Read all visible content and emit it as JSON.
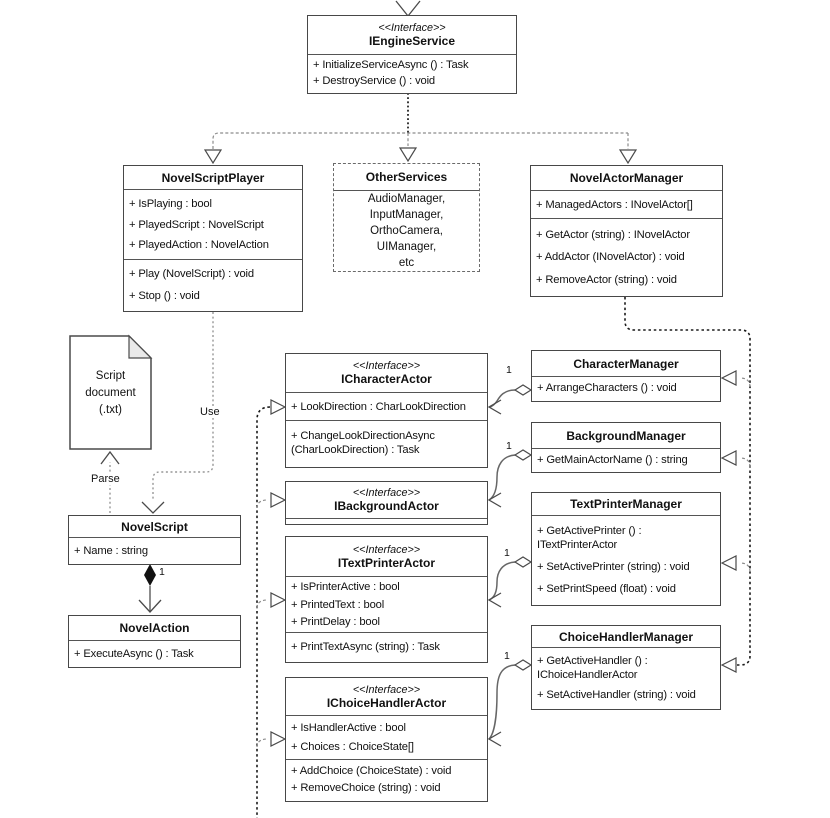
{
  "classes": {
    "engine_service": {
      "stereotype": "<<Interface>>",
      "name": "IEngineService",
      "methods": [
        "+ InitializeServiceAsync () : Task",
        "+ DestroyService () : void"
      ]
    },
    "novel_script_player": {
      "name": "NovelScriptPlayer",
      "attributes": [
        "+ IsPlaying : bool",
        "+ PlayedScript : NovelScript",
        "+ PlayedAction : NovelAction"
      ],
      "methods": [
        "+ Play (NovelScript) : void",
        "+ Stop () : void"
      ]
    },
    "other_services": {
      "name": "OtherServices",
      "note_lines": [
        "AudioManager,",
        "InputManager,",
        "OrthoCamera,  UIManager,",
        "etc"
      ]
    },
    "novel_actor_manager": {
      "name": "NovelActorManager",
      "attributes": [
        "+ ManagedActors : INovelActor[]"
      ],
      "methods": [
        "+ GetActor (string) : INovelActor",
        "+ AddActor (INovelActor) : void",
        "+ RemoveActor (string) : void"
      ]
    },
    "script_document": {
      "lines": [
        "Script",
        "document",
        "(.txt)"
      ]
    },
    "i_character_actor": {
      "stereotype": "<<Interface>>",
      "name": "ICharacterActor",
      "attributes": [
        "+ LookDirection : CharLookDirection"
      ],
      "methods": [
        "+ ChangeLookDirectionAsync (CharLookDirection) : Task"
      ]
    },
    "character_manager": {
      "name": "CharacterManager",
      "methods": [
        "+ ArrangeCharacters () : void"
      ]
    },
    "background_manager": {
      "name": "BackgroundManager",
      "methods": [
        "+ GetMainActorName () : string"
      ]
    },
    "i_background_actor": {
      "stereotype": "<<Interface>>",
      "name": "IBackgroundActor"
    },
    "i_text_printer_actor": {
      "stereotype": "<<Interface>>",
      "name": "ITextPrinterActor",
      "attributes": [
        "+ IsPrinterActive : bool",
        "+ PrintedText : bool",
        "+ PrintDelay : bool"
      ],
      "methods": [
        "+ PrintTextAsync (string) : Task"
      ]
    },
    "text_printer_manager": {
      "name": "TextPrinterManager",
      "methods": [
        "+ GetActivePrinter () : ITextPrinterActor",
        "+ SetActivePrinter (string) : void",
        "+ SetPrintSpeed (float) : void"
      ]
    },
    "choice_handler_manager": {
      "name": "ChoiceHandlerManager",
      "methods": [
        "+ GetActiveHandler () : IChoiceHandlerActor",
        "+ SetActiveHandler (string) : void"
      ]
    },
    "i_choice_handler_actor": {
      "stereotype": "<<Interface>>",
      "name": "IChoiceHandlerActor",
      "attributes": [
        "+ IsHandlerActive : bool",
        "+ Choices : ChoiceState[]"
      ],
      "methods": [
        "+ AddChoice (ChoiceState) : void",
        "+ RemoveChoice (string) : void"
      ]
    },
    "novel_script": {
      "name": "NovelScript",
      "attributes": [
        "+ Name : string"
      ]
    },
    "novel_action": {
      "name": "NovelAction",
      "methods": [
        "+ ExecuteAsync () : Task"
      ]
    }
  },
  "labels": {
    "use": "Use",
    "parse": "Parse",
    "multiplicity_one": "1"
  },
  "colors": {
    "line": "#4a4a4a",
    "text": "#111111",
    "background": "#ffffff",
    "note_fill": "#e9e9e9"
  }
}
